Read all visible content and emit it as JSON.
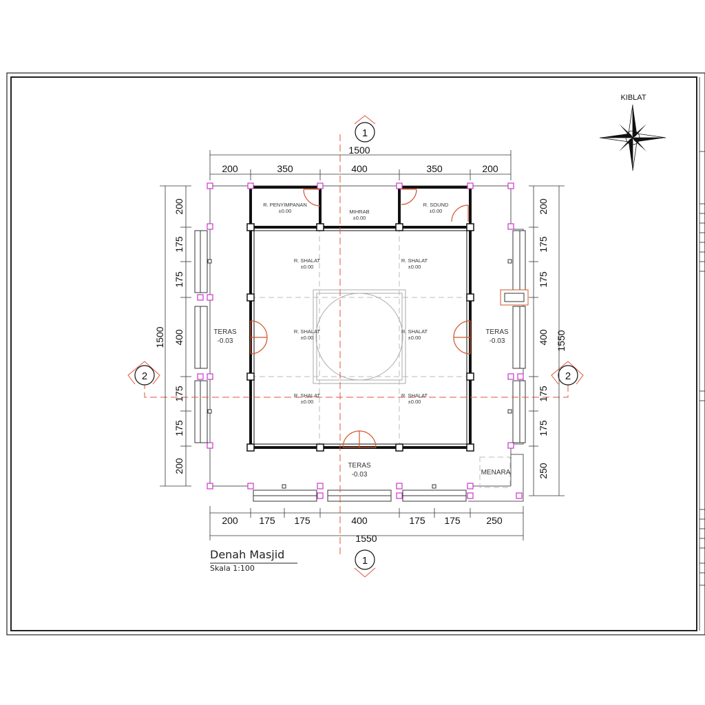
{
  "drawing": {
    "title": "Denah Masjid",
    "scale": "Skala 1:100",
    "north_label": "KIBLAT"
  },
  "dimensions": {
    "top_total": "1500",
    "top_segments": [
      "200",
      "350",
      "400",
      "350",
      "200"
    ],
    "bottom_total": "1550",
    "bottom_segments": [
      "200",
      "175",
      "175",
      "400",
      "175",
      "175",
      "250"
    ],
    "left_total": "1500",
    "left_segments": [
      "200",
      "175",
      "175",
      "400",
      "175",
      "175",
      "200"
    ],
    "right_total": "1550",
    "right_segments": [
      "200",
      "175",
      "175",
      "400",
      "175",
      "175",
      "250"
    ]
  },
  "grid_markers": {
    "section_1": "1",
    "section_2": "2"
  },
  "rooms": {
    "penyimpanan_name": "R. PENYIMPANAN",
    "penyimpanan_level": "±0.00",
    "mihrab_name": "MIHRAB",
    "mihrab_level": "±0.00",
    "sound_name": "R. SOUND",
    "sound_level": "±0.00",
    "shalat_name": "R. SHALAT",
    "shalat_level": "±0.00",
    "teras_name": "TERAS",
    "teras_level": "-0.03",
    "menara_name": "MENARA"
  },
  "colors": {
    "wall": "#111111",
    "door": "#d2542a",
    "column_marker": "#cc33cc",
    "section_line": "#e0533d",
    "dashed_grid": "#bbbbbb"
  }
}
